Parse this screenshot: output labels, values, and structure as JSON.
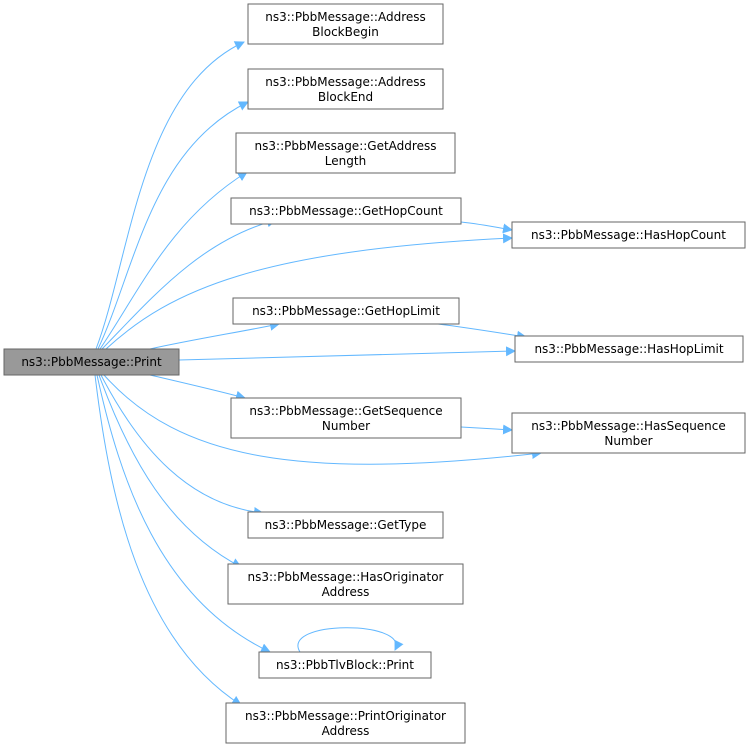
{
  "colors": {
    "edge": "#63b8ff",
    "node_border": "#666666",
    "node_fill": "#ffffff",
    "root_fill": "#999999"
  },
  "nodes": {
    "root": [
      "ns3::PbbMessage::Print"
    ],
    "address_block_begin": [
      "ns3::PbbMessage::Address",
      "BlockBegin"
    ],
    "address_block_end": [
      "ns3::PbbMessage::Address",
      "BlockEnd"
    ],
    "get_address_length": [
      "ns3::PbbMessage::GetAddress",
      "Length"
    ],
    "get_hop_count": [
      "ns3::PbbMessage::GetHopCount"
    ],
    "has_hop_count": [
      "ns3::PbbMessage::HasHopCount"
    ],
    "get_hop_limit": [
      "ns3::PbbMessage::GetHopLimit"
    ],
    "has_hop_limit": [
      "ns3::PbbMessage::HasHopLimit"
    ],
    "get_sequence_number": [
      "ns3::PbbMessage::GetSequence",
      "Number"
    ],
    "has_sequence_number": [
      "ns3::PbbMessage::HasSequence",
      "Number"
    ],
    "get_type": [
      "ns3::PbbMessage::GetType"
    ],
    "has_originator_address": [
      "ns3::PbbMessage::HasOriginator",
      "Address"
    ],
    "tlv_block_print": [
      "ns3::PbbTlvBlock::Print"
    ],
    "print_originator_address": [
      "ns3::PbbMessage::PrintOriginator",
      "Address"
    ]
  }
}
